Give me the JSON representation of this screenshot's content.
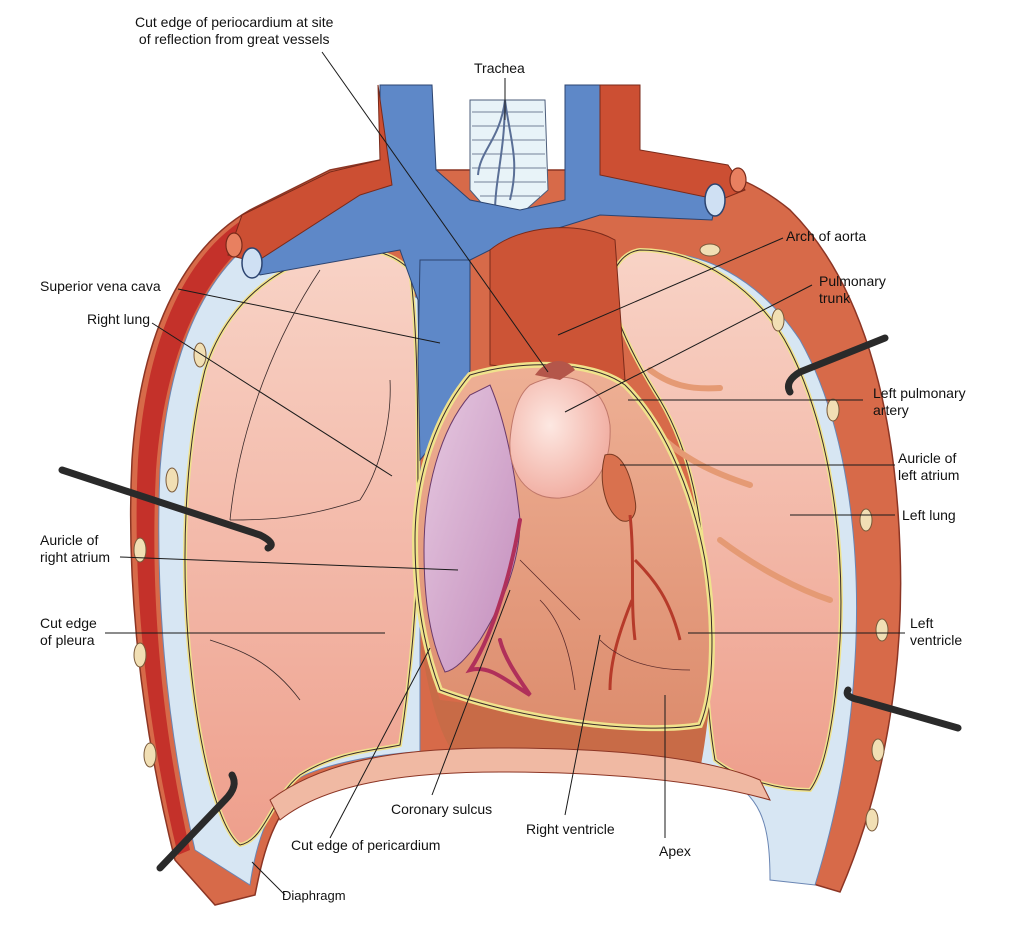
{
  "labels": {
    "cut_edge_reflection_line1": "Cut edge of periocardium at site",
    "cut_edge_reflection_line2": "of reflection from great vessels",
    "trachea": "Trachea",
    "arch_of_aorta": "Arch of aorta",
    "superior_vena_cava": "Superior vena cava",
    "pulmonary_trunk_line1": "Pulmonary",
    "pulmonary_trunk_line2": "trunk",
    "right_lung": "Right lung",
    "left_pulmonary_artery_line1": "Left pulmonary",
    "left_pulmonary_artery_line2": "artery",
    "auricle_left_atrium_line1": "Auricle of",
    "auricle_left_atrium_line2": "left atrium",
    "left_lung": "Left lung",
    "auricle_right_atrium_line1": "Auricle of",
    "auricle_right_atrium_line2": "right atrium",
    "cut_edge_pleura_line1": "Cut edge",
    "cut_edge_pleura_line2": "of pleura",
    "left_ventricle_line1": "Left",
    "left_ventricle_line2": "ventricle",
    "coronary_sulcus": "Coronary sulcus",
    "right_ventricle": "Right ventricle",
    "cut_edge_pericardium": "Cut edge of pericardium",
    "apex": "Apex",
    "diaphragm": "Diaphragm"
  },
  "colors": {
    "chest_wall": "#d2603e",
    "chest_wall_dark": "#c03a2b",
    "pleura_blue": "#c9dcee",
    "vein_blue": "#5d86c6",
    "artery_red": "#c8452c",
    "lung_pink": "#f3b8a6",
    "pericardium_yellow": "#f2e39c",
    "heart_body": "#e7a182",
    "right_atrium": "#c99bc4",
    "pulmonary_trunk": "#f7c4bb",
    "trachea": "#e6f2f7"
  }
}
